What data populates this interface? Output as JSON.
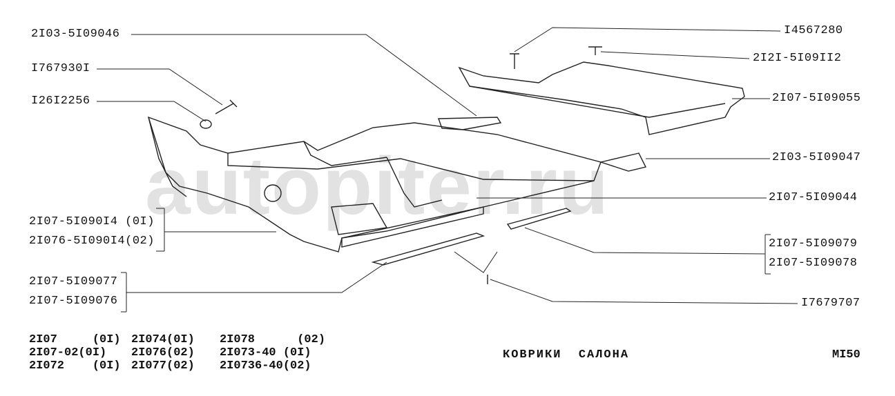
{
  "watermark": "autopiter.ru",
  "title": "КОВРИКИ  САЛОНА",
  "sheet_number": "MI50",
  "labels_left": {
    "l1": "2I03-5I09046",
    "l2": "I767930I",
    "l3": "I26I2256",
    "l4a": "2I07-5I090I4 (0I)",
    "l4b": "2I076-5I090I4(02)",
    "l5a": "2I07-5I09077",
    "l5b": "2I07-5I09076"
  },
  "labels_right": {
    "r1": "I4567280",
    "r2": "2I2I-5I09II2",
    "r3": "2I07-5I09055",
    "r4": "2I03-5I09047",
    "r5": "2I07-5I09044",
    "r6a": "2I07-5I09079",
    "r6b": "2I07-5I09078",
    "r7": "I7679707"
  },
  "models": [
    [
      "2I07     (0I)",
      "2I074(0I)",
      "2I078      (02)"
    ],
    [
      "2I07-02(0I)",
      "2I076(02)",
      "2I073-40 (0I)"
    ],
    [
      "2I072    (0I)",
      "2I077(02)",
      "2I0736-40(02)"
    ]
  ]
}
